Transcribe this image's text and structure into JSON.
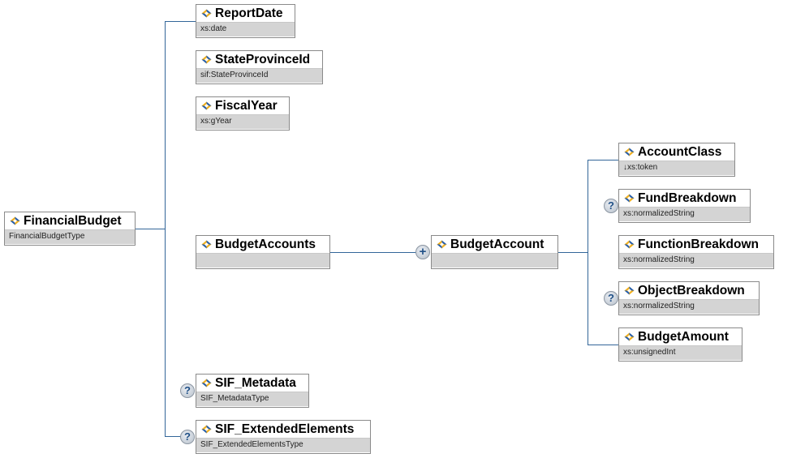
{
  "diagram": {
    "root": {
      "name": "FinancialBudget",
      "type": "FinancialBudgetType"
    },
    "children": [
      {
        "name": "ReportDate",
        "type": "xs:date",
        "optional": false
      },
      {
        "name": "StateProvinceId",
        "type": "sif:StateProvinceId",
        "optional": false
      },
      {
        "name": "FiscalYear",
        "type": "xs:gYear",
        "optional": false
      },
      {
        "name": "BudgetAccounts",
        "type": "",
        "optional": false
      },
      {
        "name": "SIF_Metadata",
        "type": "SIF_MetadataType",
        "optional": true
      },
      {
        "name": "SIF_ExtendedElements",
        "type": "SIF_ExtendedElementsType",
        "optional": true
      }
    ],
    "budget_account": {
      "name": "BudgetAccount",
      "type": "",
      "repeat_badge": "+"
    },
    "account_children": [
      {
        "name": "AccountClass",
        "type": "↓xs:token",
        "optional": false
      },
      {
        "name": "FundBreakdown",
        "type": "xs:normalizedString",
        "optional": true
      },
      {
        "name": "FunctionBreakdown",
        "type": "xs:normalizedString",
        "optional": false
      },
      {
        "name": "ObjectBreakdown",
        "type": "xs:normalizedString",
        "optional": true
      },
      {
        "name": "BudgetAmount",
        "type": "xs:unsignedInt",
        "optional": false
      }
    ],
    "optional_badge": "?",
    "colors": {
      "connector": "#336699",
      "type_bar": "#d4d4d4",
      "border": "#8a8a8a"
    }
  }
}
